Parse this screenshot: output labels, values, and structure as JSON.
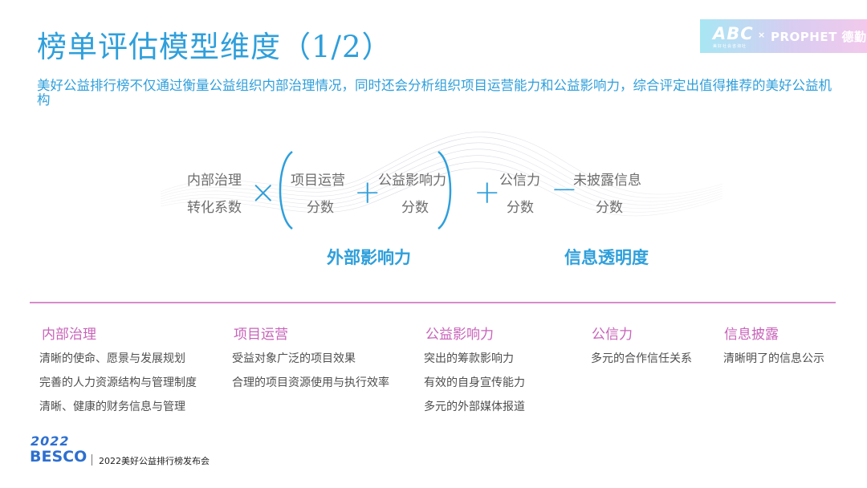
{
  "title": "榜单评估模型维度（1/2）",
  "subtitle": "美好公益排行榜不仅通过衡量公益组织内部治理情况，同时还会分析组织项目运营能力和公益影响力，综合评定出值得推荐的美好公益机构",
  "logo": {
    "abc": "ABC",
    "abc_sub": "美好社会咨询社",
    "x": "×",
    "prophet": "PROPHET 德勤"
  },
  "formula": {
    "term1": [
      "内部治理",
      "转化系数"
    ],
    "op_multiply": "×",
    "term2": [
      "项目运营",
      "分数"
    ],
    "op_plus1": "+",
    "term3": [
      "公益影响力",
      "分数"
    ],
    "op_plus2": "+",
    "term4": [
      "公信力",
      "分数"
    ],
    "op_minus": "−",
    "term5": [
      "未披露信息",
      "分数"
    ],
    "group1_label": "外部影响力",
    "group2_label": "信息透明度"
  },
  "columns": [
    {
      "head": "内部治理",
      "items": [
        "清晰的使命、愿景与发展规划",
        "完善的人力资源结构与管理制度",
        "清晰、健康的财务信息与管理"
      ]
    },
    {
      "head": "项目运营",
      "items": [
        "受益对象广泛的项目效果",
        "合理的项目资源使用与执行效率"
      ]
    },
    {
      "head": "公益影响力",
      "items": [
        "突出的筹款影响力",
        "有效的自身宣传能力",
        "多元的外部媒体报道"
      ]
    },
    {
      "head": "公信力",
      "items": [
        "多元的合作信任关系"
      ]
    },
    {
      "head": "信息披露",
      "items": [
        "清晰明了的信息公示"
      ]
    }
  ],
  "footer": {
    "year": "2022",
    "brand": "BESCO",
    "event": "2022美好公益排行榜发布会"
  },
  "colors": {
    "accent_blue": "#2f9fdb",
    "accent_pink": "#c863b9",
    "brand_blue": "#2d6fd0"
  }
}
